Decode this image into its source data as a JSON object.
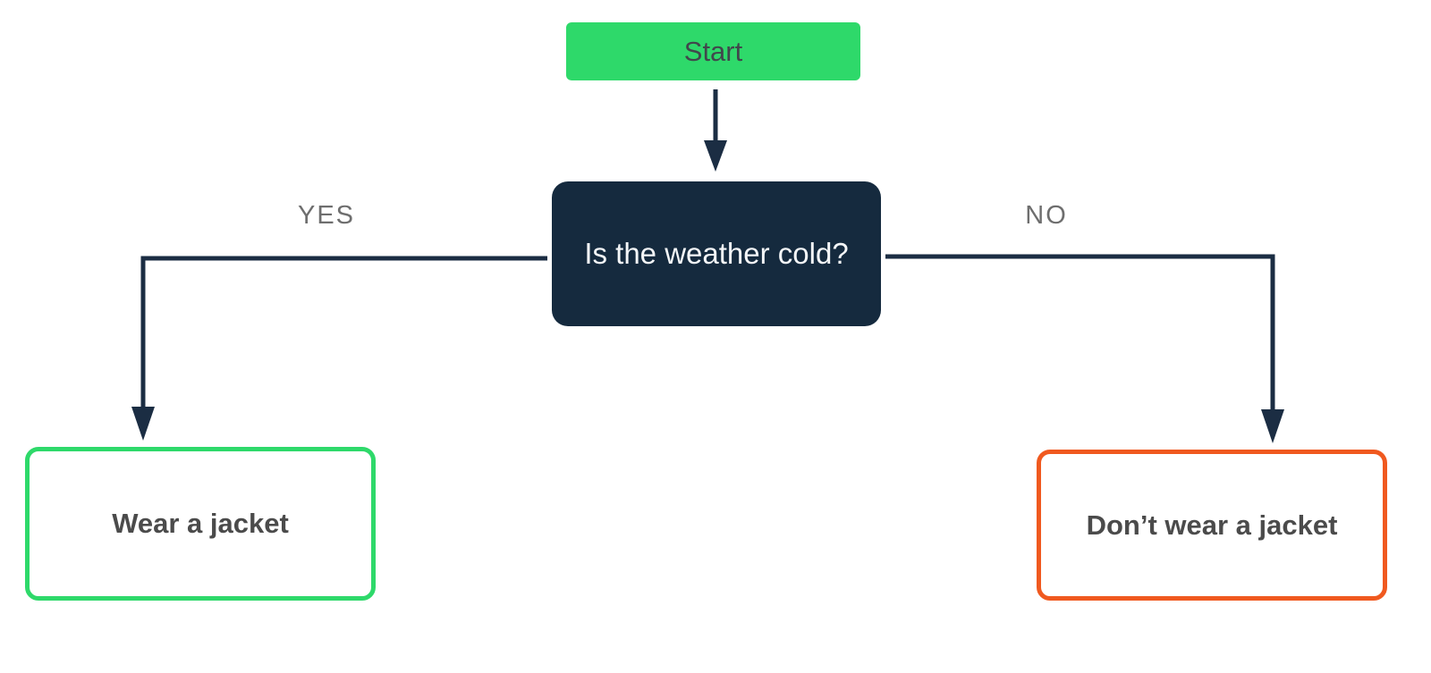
{
  "nodes": {
    "start": {
      "label": "Start"
    },
    "decision": {
      "label": "Is the weather cold?"
    },
    "yes_result": {
      "label": "Wear a jacket"
    },
    "no_result": {
      "label": "Don’t wear a jacket"
    }
  },
  "edges": {
    "yes": {
      "label": "YES"
    },
    "no": {
      "label": "NO"
    }
  },
  "colors": {
    "background": "#ffffff",
    "start_fill": "#2ed96a",
    "start_text": "#41474c",
    "decision_fill": "#152a3e",
    "decision_text": "#f4f6f8",
    "yes_border": "#2ed96a",
    "no_border": "#f0591f",
    "result_text": "#4b4b4b",
    "connector": "#1b2d43",
    "edge_label_text": "#6e6e6e"
  }
}
